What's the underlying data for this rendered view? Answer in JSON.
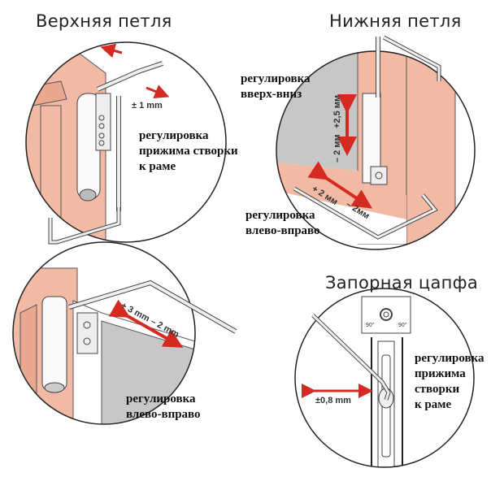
{
  "colors": {
    "frame_pink": "#f2b9a5",
    "sash_gray": "#c7c7c7",
    "arrow_red": "#d42a22",
    "outline": "#222222"
  },
  "panels": {
    "top_hinge": {
      "title": "Верхняя петля",
      "measurement": "± 1 mm",
      "label_lines": [
        "регулировка",
        "прижима створки",
        "к раме"
      ]
    },
    "bottom_hinge": {
      "title": "Нижняя петля",
      "vertical_label_lines": [
        "регулировка",
        "вверх-вниз"
      ],
      "vertical_plus": "+2,5 мм",
      "vertical_minus": "– 2 мм",
      "horizontal_plus": "+ 2 мм",
      "horizontal_minus": "– 2мм",
      "horizontal_label_lines": [
        "регулировка",
        "влево-вправо"
      ]
    },
    "sash_hinge": {
      "measurement": "+ 3 mm   – 2 mm",
      "label_lines": [
        "регулировка",
        "влево-вправо"
      ]
    },
    "locking_pin": {
      "title": "Запорная цапфа",
      "angle_left": "90°",
      "angle_right": "90°",
      "measurement": "±0,8 mm",
      "label_lines": [
        "регулировка",
        "прижима",
        "створки",
        "к раме"
      ]
    }
  }
}
